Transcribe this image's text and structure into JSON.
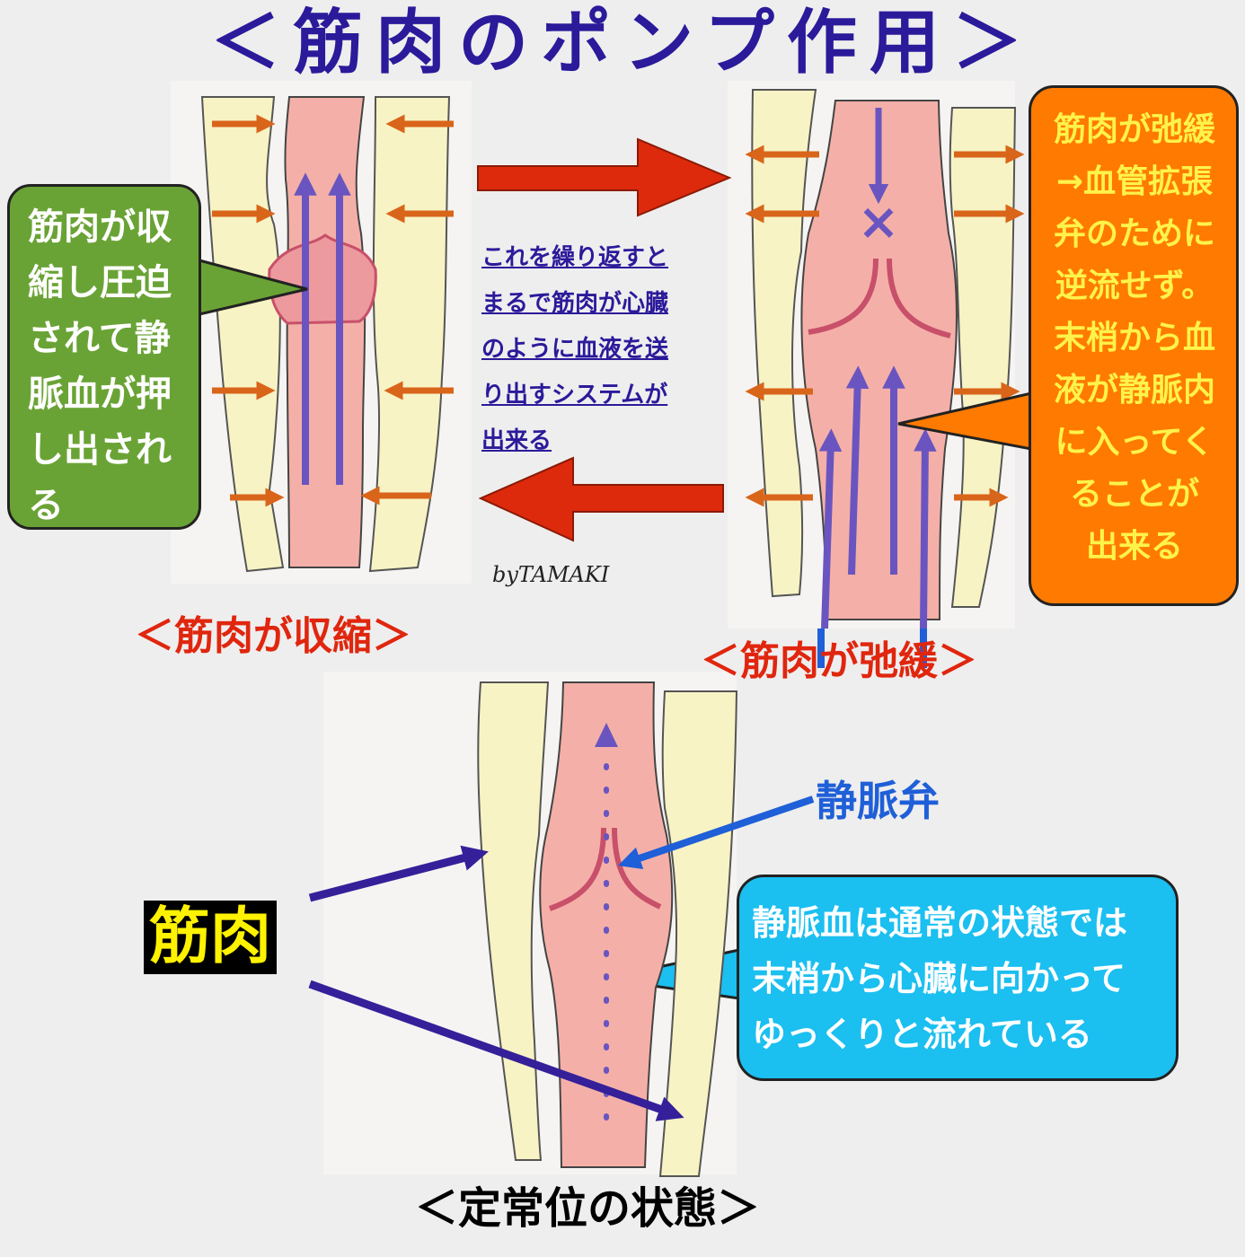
{
  "title": "＜筋肉のポンプ作用＞",
  "contraction": {
    "label": "＜筋肉が収縮＞",
    "note": "筋肉が収\n縮し圧迫\nされて静\n脈血が押\nし出され\nる"
  },
  "relaxation": {
    "label": "＜筋肉が弛緩＞",
    "note": "筋肉が弛緩\n→血管拡張\n弁のために\n逆流せず。\n末梢から血\n液が静脈内\nに入ってく\nることが\n出来る",
    "blocked_mark": "×"
  },
  "cycle_note": "これを繰り返すと\nまるで筋肉が心臓\nのように血液を送\nり出すシステムが\n出来る",
  "steady_state": {
    "label": "＜定常位の状態＞",
    "note": "静脈血は通常の状態では\n末梢から心臓に向かって\nゆっくりと流れている",
    "valve_label": "静脈弁",
    "muscle_label": "筋肉"
  },
  "signature": "byTAMAKI",
  "colors": {
    "title": "#2b1a9a",
    "muscle": "#f7f3c4",
    "vein": "#f4b0a8",
    "valve": "#c8506a",
    "flow_arrow": "#6a55c0",
    "pressure_arrow": "#d9651a",
    "cycle_arrow": "#dd2a0c",
    "red_label": "#e0260e",
    "pointer": "#35209a",
    "valve_pointer": "#1f5fd8",
    "green_box": "#6aa335",
    "orange_box": "#ff7a00",
    "orange_text": "#fff34a",
    "blue_box": "#1bbff0",
    "muscle_label_bg": "#000000",
    "muscle_label_text": "#fff200"
  }
}
